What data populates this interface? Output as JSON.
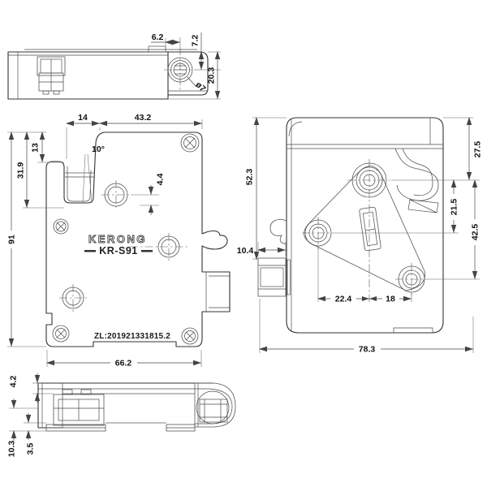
{
  "drawing": {
    "brand": "KERONG",
    "model": "KR-S91",
    "patent": "ZL:201921331815.2",
    "ink_color": "#333333",
    "bg_color": "#ffffff"
  },
  "views": {
    "top": {
      "dims": {
        "pin_offset": "6.2",
        "pin_center": "7.2",
        "thickness": "20.3",
        "pin_diameter": "ø7"
      }
    },
    "front": {
      "dims": {
        "slot_width": "14",
        "top_width": "43.2",
        "slot_depth": "13",
        "hook_depth": "31.9",
        "slot_angle": "10°",
        "hole_offset": "4.4",
        "height": "91",
        "width": "66.2"
      }
    },
    "side": {
      "dims": {
        "height": "52.3",
        "latch_offset": "27.5",
        "hole_gap_upper": "21.5",
        "hole_gap_total": "42.5",
        "connector_width": "10.4",
        "hole_gap_left": "22.4",
        "hole_gap_right": "18",
        "width": "78.3"
      }
    },
    "bottom": {
      "dims": {
        "plate_thickness": "4.2",
        "height": "10.3",
        "foot_height": "3.5"
      }
    }
  }
}
